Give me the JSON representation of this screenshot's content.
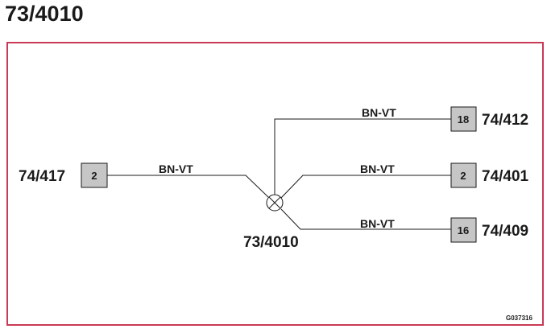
{
  "title": "73/4010",
  "splice": {
    "label": "73/4010"
  },
  "connectors": [
    {
      "id": "74/417",
      "pin": "2",
      "wire": "BN-VT"
    },
    {
      "id": "74/412",
      "pin": "18",
      "wire": "BN-VT"
    },
    {
      "id": "74/401",
      "pin": "2",
      "wire": "BN-VT"
    },
    {
      "id": "74/409",
      "pin": "16",
      "wire": "BN-VT"
    }
  ],
  "figure_ref": "G037316",
  "colors": {
    "frame": "#c83a55",
    "pin_box": "#c6c6c6",
    "line": "#1a1a1a"
  }
}
